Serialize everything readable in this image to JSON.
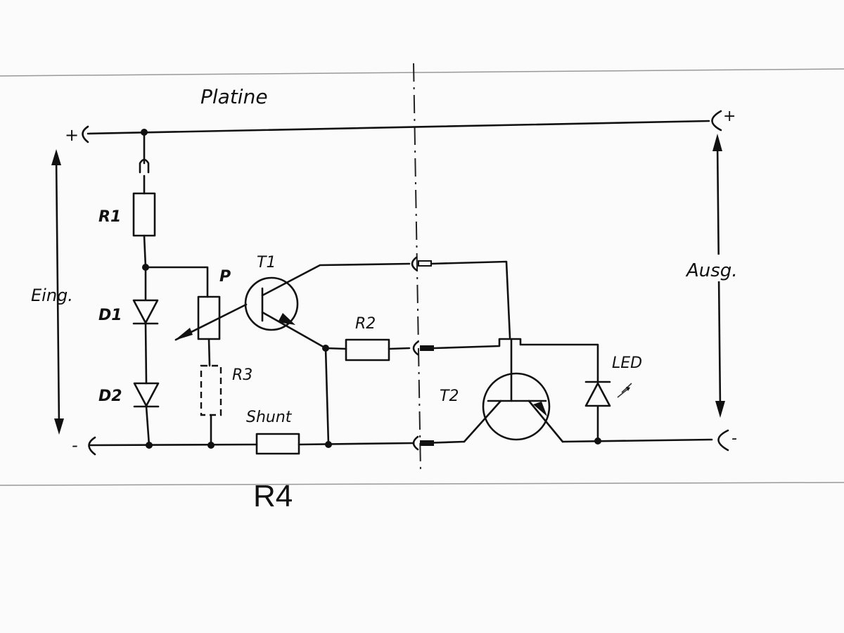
{
  "title": "Platine",
  "input_label": "Eing.",
  "output_label": "Ausg.",
  "terminals": {
    "in_plus": "+",
    "in_minus": "-",
    "out_plus": "+",
    "out_minus": "-"
  },
  "components": {
    "r1": "R1",
    "d1": "D1",
    "d2": "D2",
    "p": "P",
    "r3": "R3",
    "t1": "T1",
    "r2": "R2",
    "shunt": "Shunt",
    "t2": "T2",
    "led": "LED"
  },
  "annotation": "R4"
}
